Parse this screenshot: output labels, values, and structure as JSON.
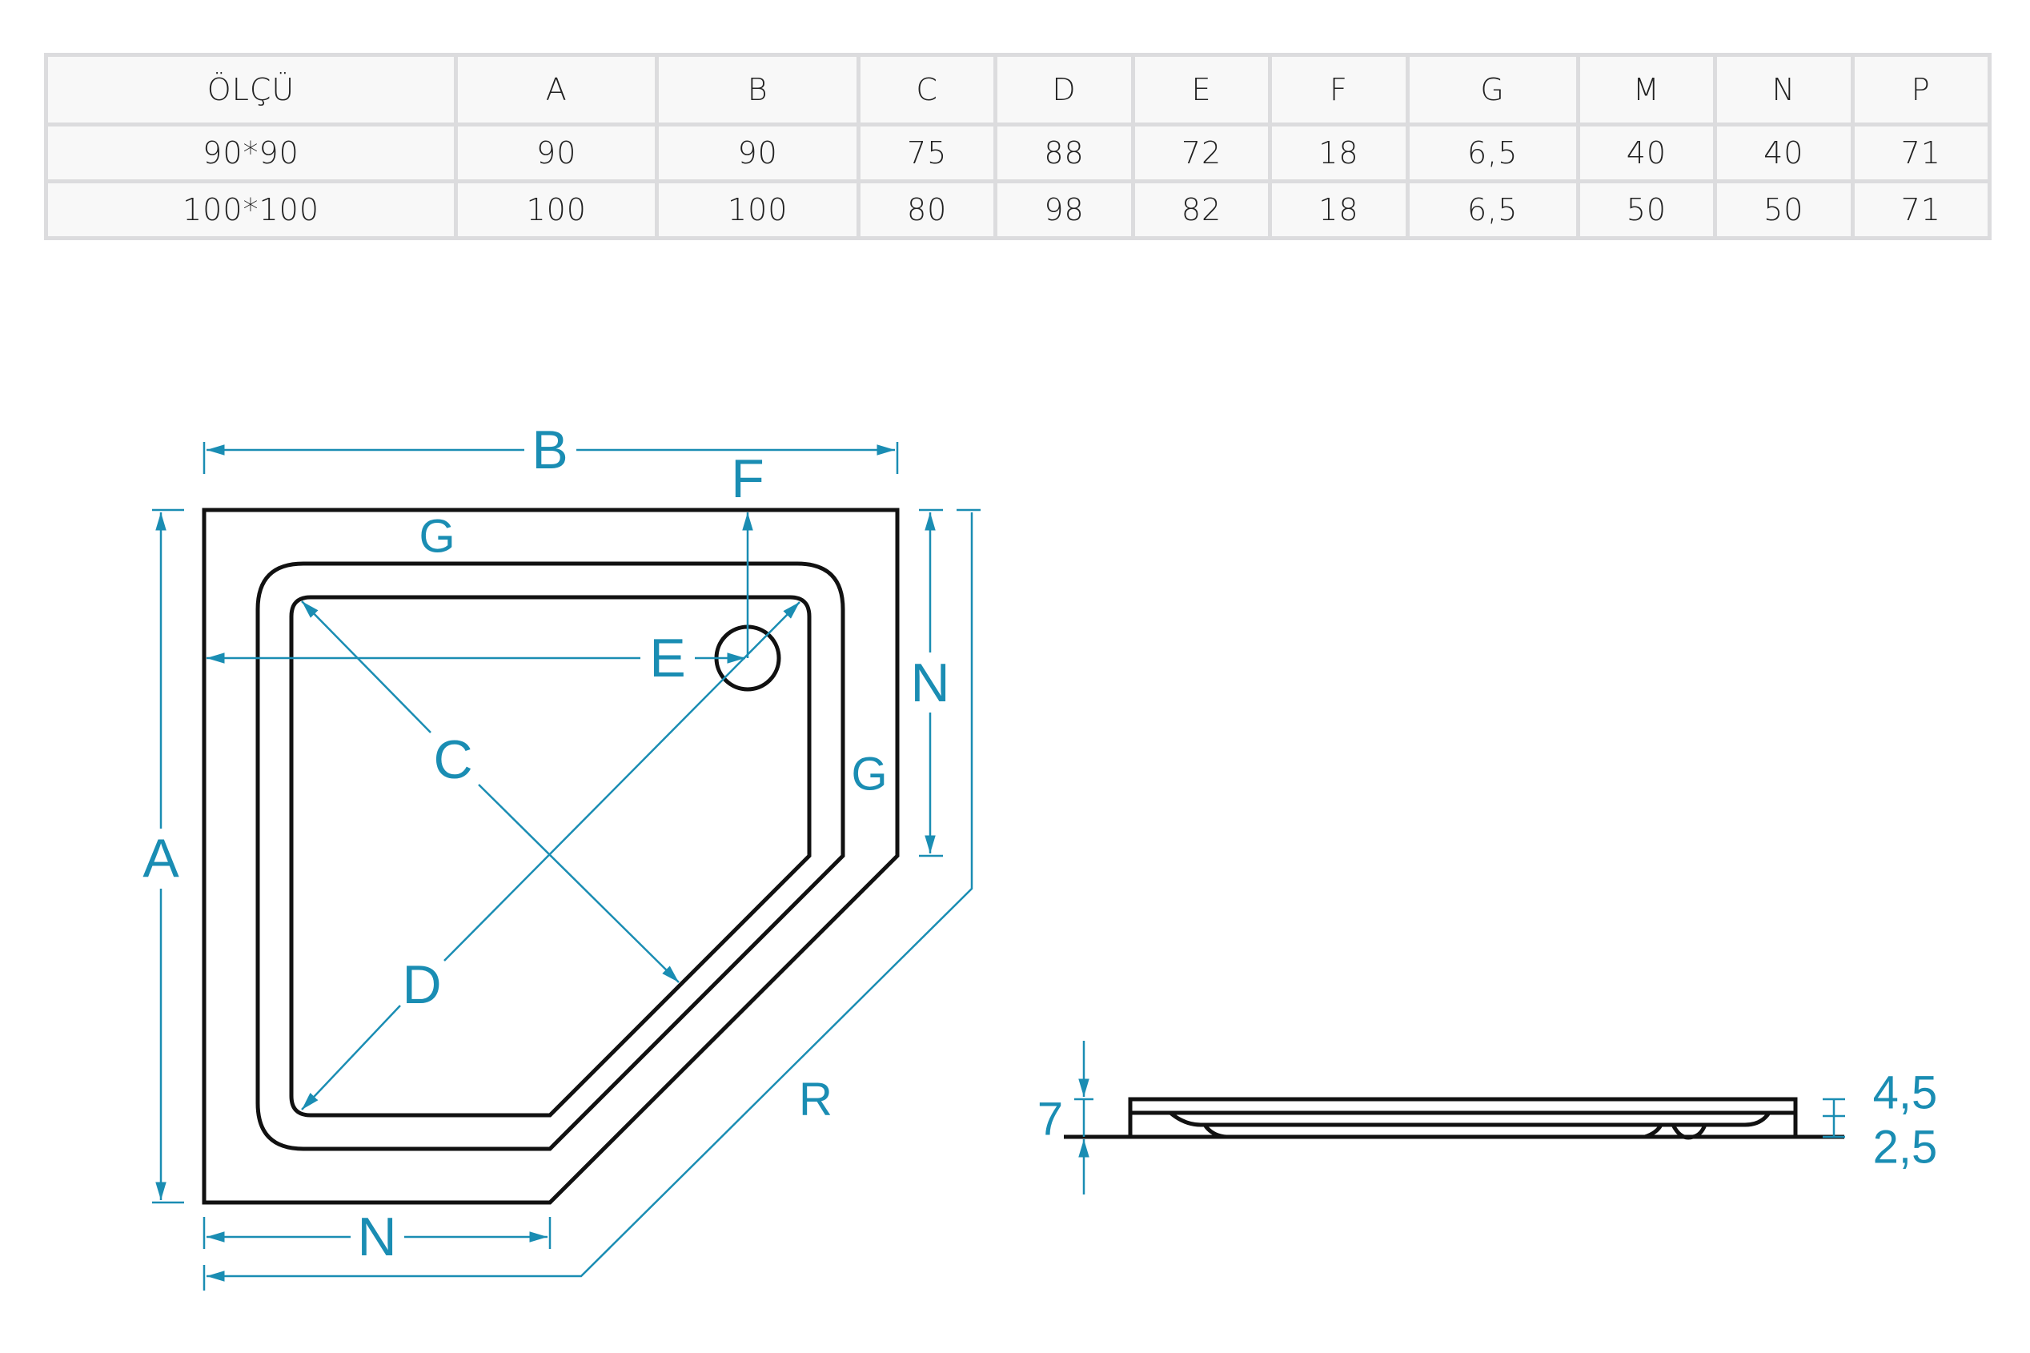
{
  "table": {
    "headers": [
      "ÖLÇÜ",
      "A",
      "B",
      "C",
      "D",
      "E",
      "F",
      "G",
      "M",
      "N",
      "P"
    ],
    "rows": [
      [
        "90*90",
        "90",
        "90",
        "75",
        "88",
        "72",
        "18",
        "6,5",
        "40",
        "40",
        "71"
      ],
      [
        "100*100",
        "100",
        "100",
        "80",
        "98",
        "82",
        "18",
        "6,5",
        "50",
        "50",
        "71"
      ]
    ]
  },
  "drawing": {
    "labels": {
      "A": "A",
      "B": "B",
      "C": "C",
      "D": "D",
      "E": "E",
      "F": "F",
      "G_top": "G",
      "G_right": "G",
      "N_right": "N",
      "N_bottom": "N",
      "R": "R"
    },
    "side_view": {
      "total_height": "7",
      "upper": "4,5",
      "lower": "2,5"
    },
    "accent_color": "#1a8db3"
  }
}
